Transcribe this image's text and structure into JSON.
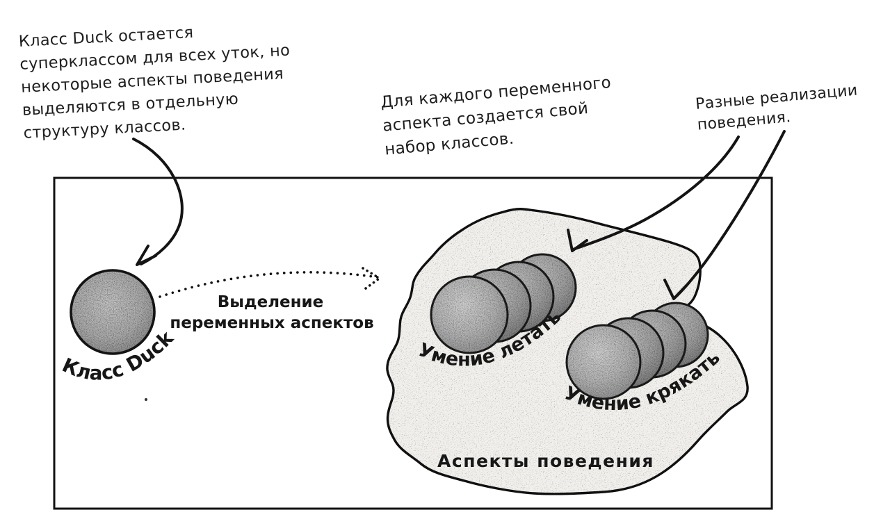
{
  "annotations": {
    "duck_superclass": {
      "lines": [
        "Класс Duck остается",
        "суперклассом для всех уток, но",
        "некоторые аспекты поведения",
        "выделяются в отдельную",
        "структуру классов."
      ]
    },
    "per_aspect": {
      "lines": [
        "Для каждого переменного",
        "аспекта создается свой",
        "набор классов."
      ]
    },
    "implementations": {
      "lines": [
        "Разные реализации",
        "поведения."
      ]
    }
  },
  "diagram": {
    "duck_class_label": "Класс Duck",
    "extraction_label": {
      "line1": "Выделение",
      "line2": "переменных аспектов"
    },
    "fly_label": "Умение летать",
    "quack_label": "Умение крякать",
    "blob_label": "Аспекты поведения",
    "fly_stack_circle_count": 4,
    "quack_stack_circle_count": 4,
    "colors": {
      "ink": "#141414",
      "ball": "#b3b3b3",
      "blob": "#f2f0ec",
      "paper": "#ffffff"
    }
  }
}
